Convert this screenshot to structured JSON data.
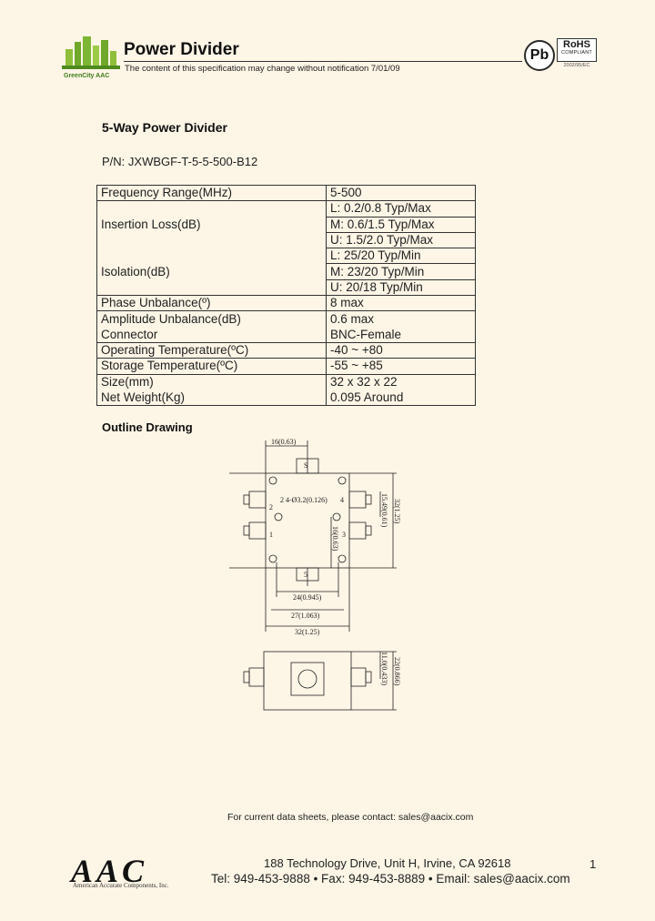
{
  "header": {
    "logo_text": "GreenCity AAC",
    "title": "Power Divider",
    "notice": "The content of this specification may change without notification 7/01/09",
    "rohs": {
      "pb_symbol": "Pb",
      "label": "RoHS",
      "compliant": "COMPLIANT",
      "directive": "2002/95/EC"
    }
  },
  "product": {
    "title": "5-Way Power Divider",
    "part_number": "P/N: JXWBGF-T-5-5-500-B12"
  },
  "specs": {
    "frequency": {
      "label": "Frequency Range(MHz)",
      "value": "5-500"
    },
    "insertion_loss": {
      "label": "Insertion Loss(dB)",
      "values": [
        "L: 0.2/0.8 Typ/Max",
        "M: 0.6/1.5 Typ/Max",
        "U: 1.5/2.0 Typ/Max"
      ]
    },
    "isolation": {
      "label": "Isolation(dB)",
      "values": [
        "L: 25/20 Typ/Min",
        "M: 23/20 Typ/Min",
        "U: 20/18 Typ/Min"
      ]
    },
    "phase_unbalance": {
      "label": "Phase Unbalance(º)",
      "value": "8 max"
    },
    "amplitude_unbalance": {
      "label": "Amplitude Unbalance(dB)",
      "value": "0.6 max"
    },
    "connector": {
      "label": "Connector",
      "value": "BNC-Female"
    },
    "operating_temp": {
      "label": "Operating Temperature(ºC)",
      "value": "-40 ~ +80"
    },
    "storage_temp": {
      "label": "Storage Temperature(ºC)",
      "value": "-55 ~ +85"
    },
    "size": {
      "label": "Size(mm)",
      "value": "32 x 32 x 22"
    },
    "weight": {
      "label": "Net Weight(Kg)",
      "value": "0.095 Around"
    }
  },
  "outline": {
    "heading": "Outline Drawing",
    "dims": {
      "top_width": "16(0.63)",
      "hole": "4-Ø3.2(0.126)",
      "right_small": "15.49(0.61)",
      "right_total": "32(1.25)",
      "center_vertical": "16(0.63)",
      "bottom_inner": "24(0.945)",
      "bottom_mid": "27(1.063)",
      "bottom_total": "32(1.25)",
      "side_small": "11.0(0.433)",
      "side_total": "22(0.866)"
    },
    "ports": [
      "S",
      "1",
      "2",
      "3",
      "4",
      "5",
      "2"
    ]
  },
  "footer": {
    "datasheet_note": "For current data sheets, please contact: sales@aacix.com",
    "logo": "AAC",
    "company": "American Accurate Components, Inc.",
    "address": "188 Technology Drive, Unit H, Irvine, CA 92618",
    "contact": "Tel: 949-453-9888 • Fax: 949-453-8889 • Email: sales@aacix.com",
    "page": "1"
  }
}
